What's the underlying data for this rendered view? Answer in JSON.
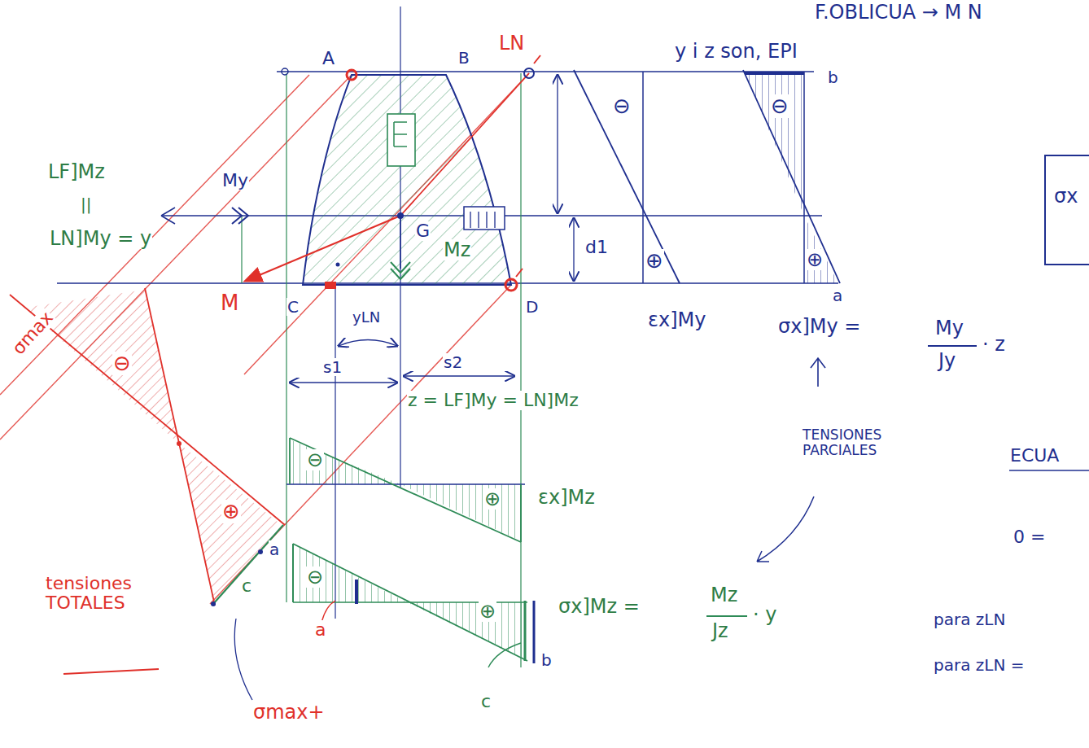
{
  "diagram": {
    "nodes": [
      {
        "text": [
          "σx"
        ]
      }
    ],
    "labels": [
      "F.OBLICUA → M N",
      "A",
      "B",
      "LN",
      "y i z son, EPI",
      "b",
      "LF]Mz",
      "||",
      "LN]My = y",
      "My",
      "G",
      "Mz",
      "M",
      "C",
      "D",
      "d1",
      "⊖",
      "⊕",
      "⊖",
      "⊕",
      "εx]My",
      "σx]My =",
      "My",
      "Jy",
      "· z",
      "a",
      "TENSIONES PARCIALES",
      "σmax",
      "⊖",
      "⊕",
      "a",
      "c",
      "tensiones TOTALES",
      "σmax+",
      "yLN",
      "s1",
      "s2",
      "z = LF]My = LN]Mz",
      "⊖",
      "⊕",
      "εx]Mz",
      "⊖",
      "⊕",
      "σx]Mz =",
      "Mz",
      "Jz",
      "· y",
      "a",
      "c",
      "b",
      "ECUA",
      "0 =",
      "para zLN",
      "para zLN ="
    ]
  }
}
